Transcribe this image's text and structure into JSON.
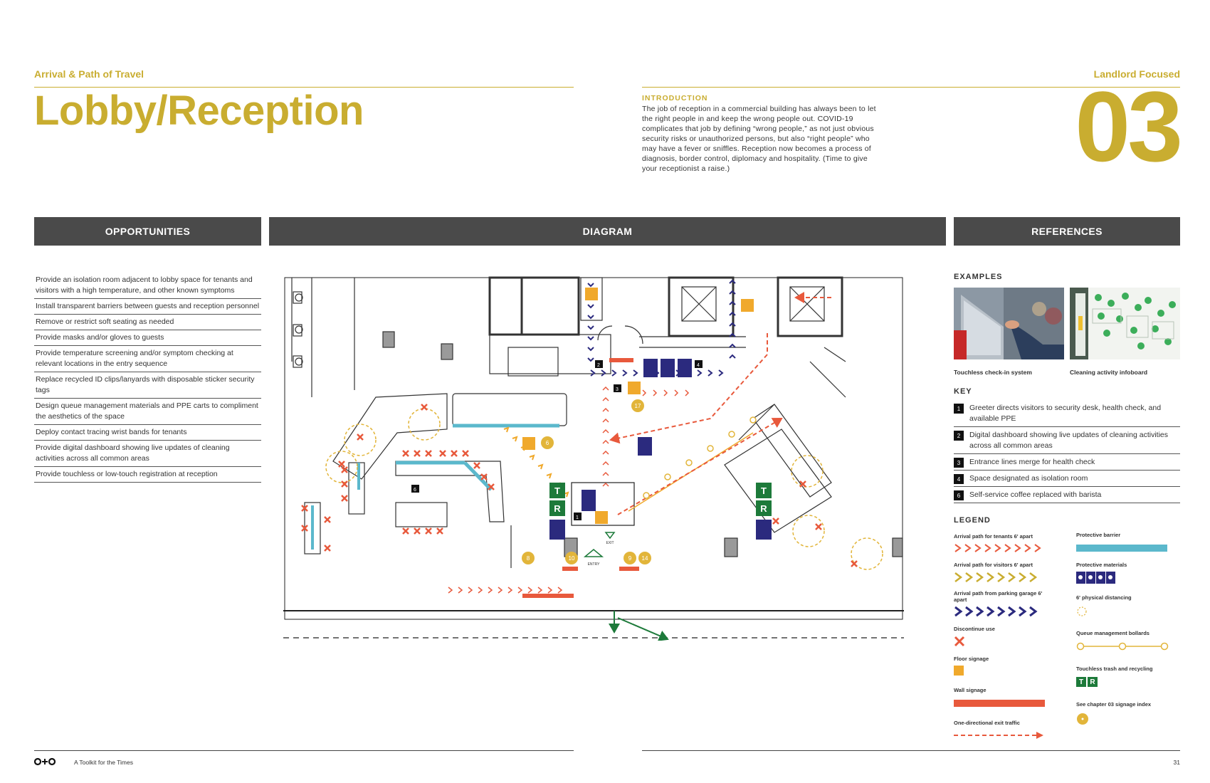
{
  "header": {
    "section": "Arrival & Path of Travel",
    "focus": "Landlord Focused",
    "title": "Lobby/Reception",
    "number": "03"
  },
  "intro": {
    "heading": "INTRODUCTION",
    "body": "The job of reception in a commercial building has always been to let the right people in and keep the wrong people out. COVID-19 complicates that job by defining “wrong people,” as not just obvious security risks or unauthorized persons, but also “right people” who may have a fever or sniffles. Reception now becomes a process of diagnosis, border control, diplomacy and hospitality. (Time to give your receptionist a raise.)"
  },
  "columns": {
    "opportunities": "OPPORTUNITIES",
    "diagram": "DIAGRAM",
    "references": "REFERENCES"
  },
  "opportunities": [
    "Provide an isolation room adjacent to lobby space for tenants and visitors with a high temperature, and other known symptoms",
    "Install transparent barriers between guests and reception personnel",
    "Remove or restrict soft seating as needed",
    "Provide masks and/or gloves to guests",
    "Provide temperature screening and/or symptom checking at relevant locations in the entry sequence",
    "Replace recycled ID clips/lanyards with disposable sticker security tags",
    "Design queue management materials and PPE carts to compliment the aesthetics of the space",
    "Deploy contact tracing wrist bands for tenants",
    "Provide digital dashboard showing live updates of cleaning activities across all common areas",
    "Provide touchless or low-touch registration at reception"
  ],
  "diagram": {
    "labels": {
      "entry": "ENTRY",
      "exit": "EXIT",
      "n1": "1",
      "n2": "2",
      "n3": "3",
      "n4": "4",
      "n6": "6",
      "c6": "6",
      "c8": "8",
      "c9": "9",
      "c10": "10",
      "c14": "14",
      "c17": "17",
      "t": "T",
      "r": "R"
    }
  },
  "references": {
    "examples_heading": "EXAMPLES",
    "examples": [
      {
        "caption": "Touchless check-in system"
      },
      {
        "caption": "Cleaning activity infoboard"
      }
    ],
    "key_heading": "KEY",
    "key": [
      {
        "num": "1",
        "text": "Greeter directs visitors to security desk, health check, and available PPE"
      },
      {
        "num": "2",
        "text": "Digital dashboard showing live updates of cleaning activities across all common areas"
      },
      {
        "num": "3",
        "text": "Entrance lines merge for health check"
      },
      {
        "num": "4",
        "text": "Space designated as isolation room"
      },
      {
        "num": "6",
        "text": "Self-service coffee replaced with barista"
      }
    ],
    "legend_heading": "LEGEND",
    "legend": {
      "tenants": "Arrival path for tenants 6' apart",
      "visitors": "Arrival path for visitors 6' apart",
      "parking": "Arrival path from parking garage 6' apart",
      "discontinue": "Discontinue use",
      "floor": "Floor signage",
      "wall": "Wall signage",
      "oneway": "One-directional exit traffic",
      "barrier": "Protective barrier",
      "materials": "Protective materials",
      "distancing": "6' physical distancing",
      "bollards": "Queue management bollards",
      "trash": "Touchless trash and recycling",
      "chapter": "See chapter 03 signage index",
      "t": "T",
      "r": "R"
    }
  },
  "colors": {
    "gold": "#c9ad30",
    "red": "#e8593c",
    "navy": "#2b2a7e",
    "teal": "#5bb8cc",
    "orange": "#f0a92c",
    "green": "#1d7a3a",
    "dark": "#4a4a4a"
  },
  "footer": {
    "logo": "o+o",
    "text": "A Toolkit for the Times",
    "page": "31"
  }
}
